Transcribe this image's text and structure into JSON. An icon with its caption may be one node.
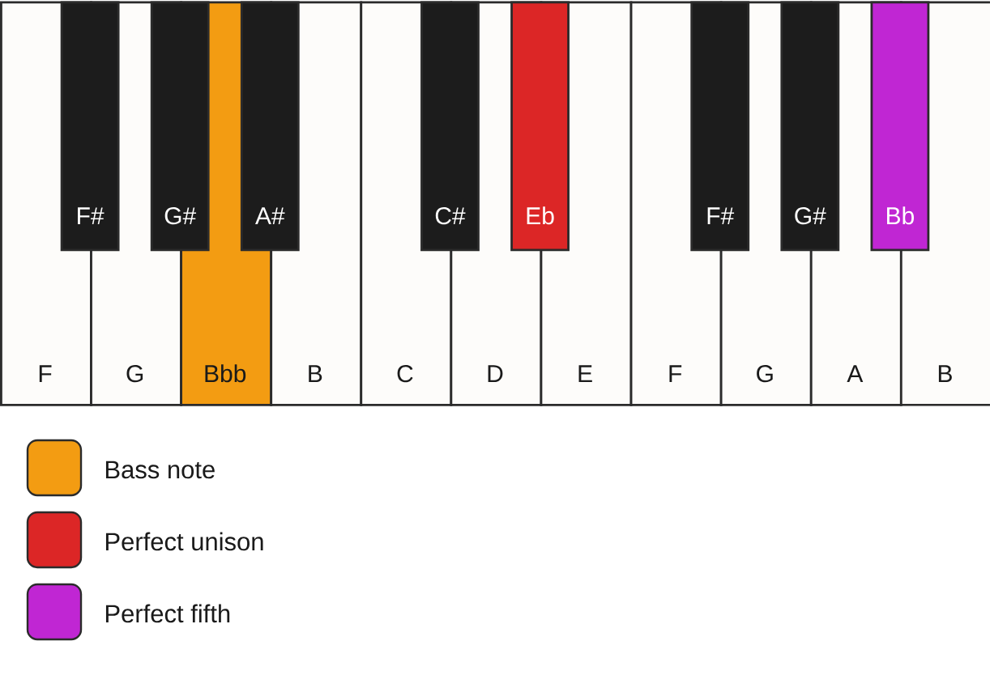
{
  "diagram": {
    "nodes": [
      {
        "text": [
          "F"
        ]
      },
      {
        "text": [
          "G"
        ]
      },
      {
        "text": [
          "Bbb"
        ]
      },
      {
        "text": [
          "B"
        ]
      },
      {
        "text": [
          "C"
        ]
      },
      {
        "text": [
          "D"
        ]
      },
      {
        "text": [
          "E"
        ]
      },
      {
        "text": [
          "F"
        ]
      },
      {
        "text": [
          "G"
        ]
      },
      {
        "text": [
          "A"
        ]
      },
      {
        "text": [
          "B"
        ]
      },
      {
        "text": [
          "F#"
        ]
      },
      {
        "text": [
          "G#"
        ]
      },
      {
        "text": [
          "A#"
        ]
      },
      {
        "text": [
          "C#"
        ]
      },
      {
        "text": [
          "Eb"
        ]
      },
      {
        "text": [
          "F#"
        ]
      },
      {
        "text": [
          "G#"
        ]
      },
      {
        "text": [
          "Bb"
        ]
      }
    ],
    "legend": [
      {
        "text": "Bass note",
        "color": "#f39c12"
      },
      {
        "text": "Perfect unison",
        "color": "#dc2626"
      },
      {
        "text": "Perfect fifth",
        "color": "#c026d3"
      }
    ]
  }
}
